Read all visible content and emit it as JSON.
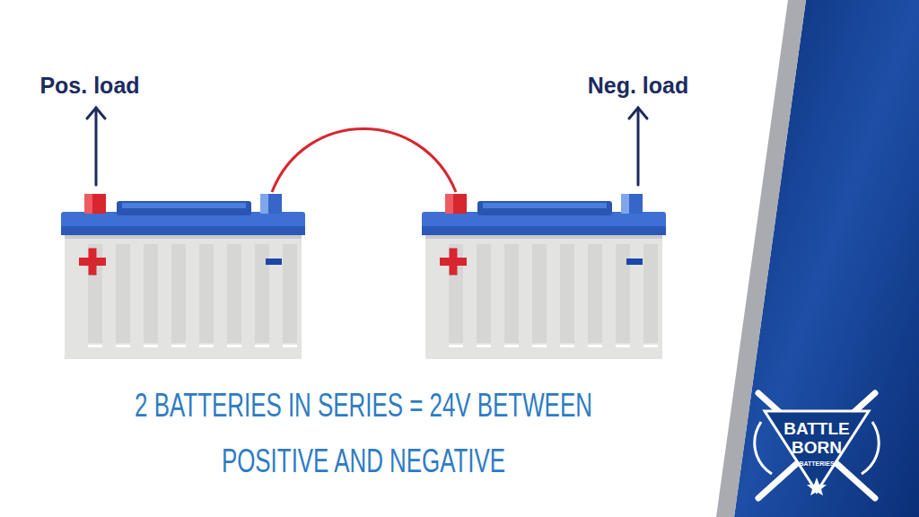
{
  "diagram": {
    "caption": "2 BATTERIES IN SERIES = 24V BETWEEN POSITIVE AND NEGATIVE",
    "labels": [
      "Pos. load",
      "Neg. load",
      "BATTLE",
      "BORN",
      "BATTERIES"
    ]
  }
}
